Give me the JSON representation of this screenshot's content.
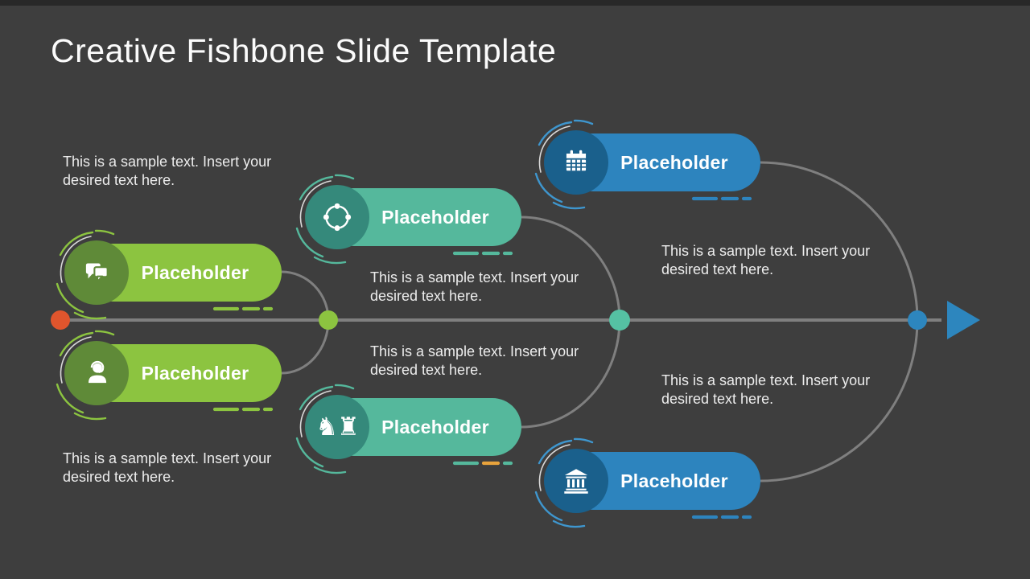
{
  "slide": {
    "title": "Creative Fishbone Slide Template"
  },
  "pills": [
    {
      "position": "left-top",
      "label": "Placeholder",
      "icon": "chat-bubbles-icon",
      "pill_color": "#8CC440",
      "circle_color": "#5F8A38"
    },
    {
      "position": "left-bottom",
      "label": "Placeholder",
      "icon": "support-agent-icon",
      "pill_color": "#8CC440",
      "circle_color": "#5F8A38"
    },
    {
      "position": "middle-top",
      "label": "Placeholder",
      "icon": "process-cycle-icon",
      "pill_color": "#55B89C",
      "circle_color": "#35897B"
    },
    {
      "position": "middle-bottom",
      "label": "Placeholder",
      "icon": "chess-pieces-icon",
      "pill_color": "#55B89C",
      "circle_color": "#35897B",
      "icon_glyphs": "♞♜"
    },
    {
      "position": "right-top",
      "label": "Placeholder",
      "icon": "calendar-icon",
      "pill_color": "#2D84BE",
      "circle_color": "#1A608C"
    },
    {
      "position": "right-bottom",
      "label": "Placeholder",
      "icon": "bank-icon",
      "pill_color": "#2D84BE",
      "circle_color": "#1A608C"
    }
  ],
  "notes": [
    {
      "position": "top-left",
      "text": "This is a sample text. Insert your desired text here."
    },
    {
      "position": "middle-upper",
      "text": "This is a sample text. Insert your desired text here."
    },
    {
      "position": "middle-lower",
      "text": "This is a sample text. Insert your desired text here."
    },
    {
      "position": "right-upper",
      "text": "This is a sample text. Insert your desired text here."
    },
    {
      "position": "right-lower",
      "text": "This is a sample text. Insert your desired text here."
    },
    {
      "position": "bottom-left",
      "text": "This is a sample text. Insert your desired text here."
    }
  ],
  "diagram": {
    "type": "fishbone",
    "spine_color": "#7F7F7F",
    "start_dot_color": "#E0552D",
    "node_colors": [
      "#8CC440",
      "#55C1A3",
      "#2D86BE"
    ],
    "arrow_color": "#2D86BE",
    "accent_dash_color": "#E8A33C"
  },
  "colors": {
    "background": "#3E3E3E",
    "top_band": "#282828",
    "title_text": "#FBFBFB",
    "body_text": "#EDEDED",
    "green": "#8CC440",
    "green_dark": "#5F8A38",
    "teal": "#55B89C",
    "teal_dark": "#35897B",
    "blue": "#2D84BE",
    "blue_dark": "#1A608C"
  }
}
